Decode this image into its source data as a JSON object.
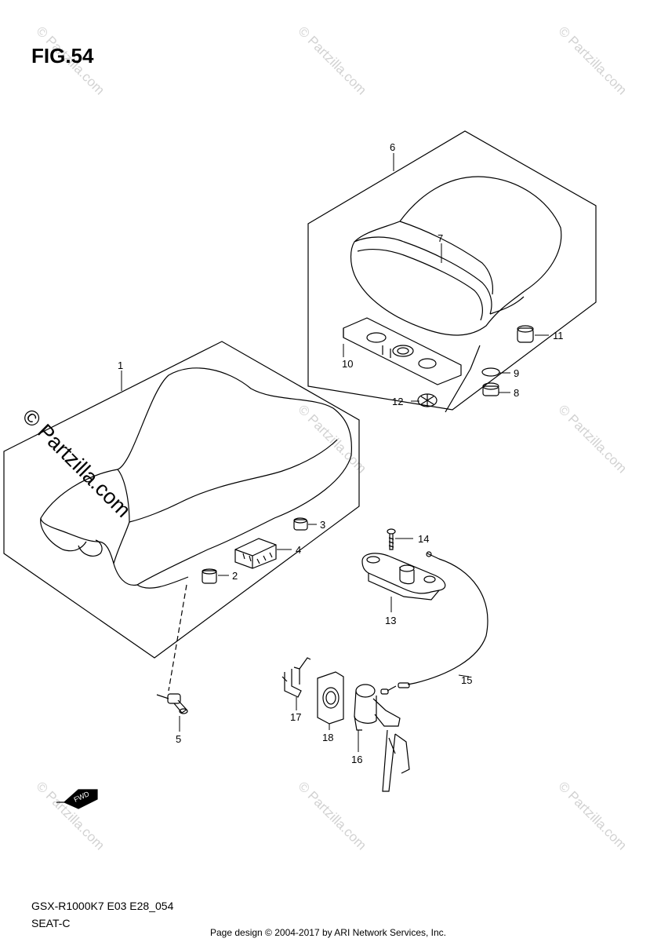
{
  "figure": {
    "title": "FIG.54",
    "model_code": "GSX-R1000K7 E03 E28_054",
    "section_name": "SEAT-C"
  },
  "watermark": {
    "small_text": "© Partzilla.com",
    "large_text": "© Partzilla.com"
  },
  "fwd_label": "FWD",
  "callouts": [
    {
      "id": "1",
      "name": "seat-front"
    },
    {
      "id": "2",
      "name": "cushion"
    },
    {
      "id": "3",
      "name": "cushion"
    },
    {
      "id": "4",
      "name": "bracket"
    },
    {
      "id": "5",
      "name": "bolt"
    },
    {
      "id": "6",
      "name": "seat-rear-assembly"
    },
    {
      "id": "7",
      "name": "seat-rear"
    },
    {
      "id": "8",
      "name": "nut"
    },
    {
      "id": "9",
      "name": "washer"
    },
    {
      "id": "10",
      "name": "plate"
    },
    {
      "id": "11",
      "name": "cushion"
    },
    {
      "id": "12",
      "name": "grommet"
    },
    {
      "id": "13",
      "name": "lock-bracket"
    },
    {
      "id": "14",
      "name": "screw"
    },
    {
      "id": "15",
      "name": "cable"
    },
    {
      "id": "16",
      "name": "lock-set"
    },
    {
      "id": "17",
      "name": "clip"
    },
    {
      "id": "18",
      "name": "holder"
    }
  ],
  "footer": {
    "credit": "Page design © 2004-2017 by ARI Network Services, Inc."
  }
}
